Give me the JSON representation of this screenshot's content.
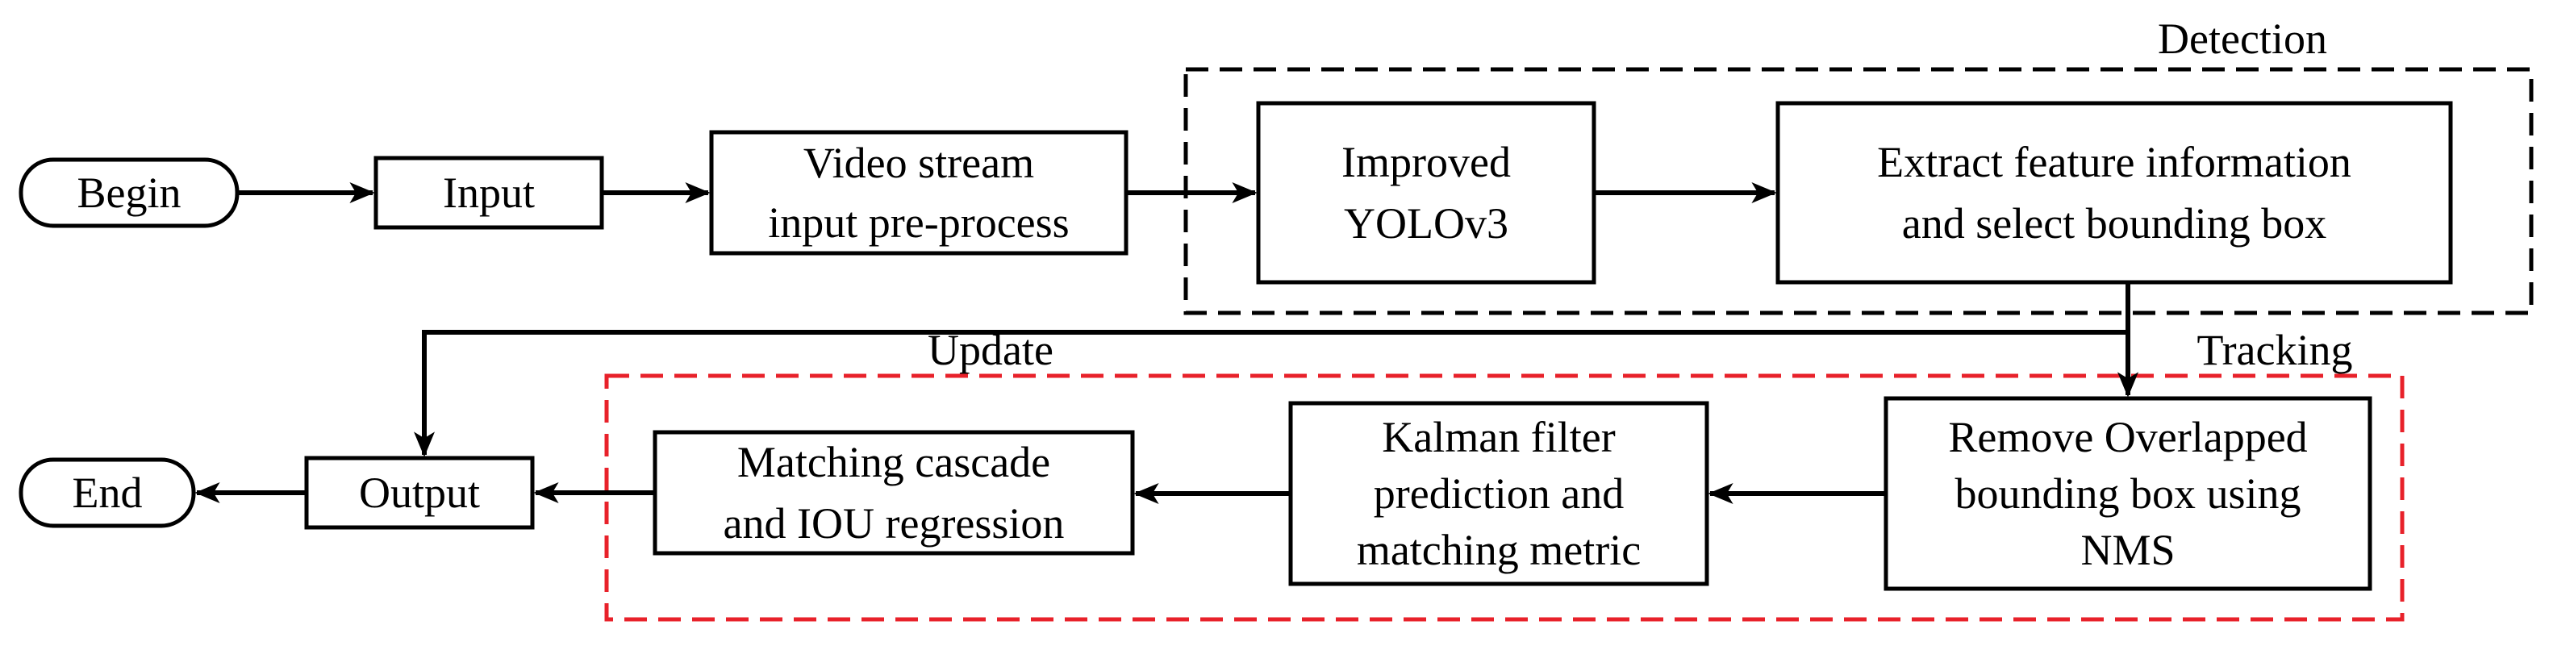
{
  "regions": {
    "detection": "Detection",
    "tracking": "Tracking",
    "update": "Update"
  },
  "nodes": {
    "begin": [
      "Begin"
    ],
    "input": [
      "Input"
    ],
    "video_preprocess": [
      "Video stream",
      "input pre-process"
    ],
    "yolo": [
      "Improved",
      "YOLOv3"
    ],
    "extract": [
      "Extract feature information",
      "and select bounding box"
    ],
    "nms": [
      "Remove Overlapped",
      "bounding box using",
      "NMS"
    ],
    "kalman": [
      "Kalman filter",
      "prediction and",
      "matching metric"
    ],
    "matching": [
      "Matching cascade",
      "and IOU regression"
    ],
    "output": [
      "Output"
    ],
    "end": [
      "End"
    ]
  },
  "colors": {
    "line": "#000000",
    "detection_border": "#000000",
    "tracking_border": "#e8212a"
  }
}
